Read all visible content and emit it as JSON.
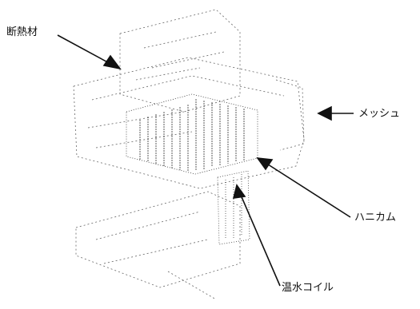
{
  "labels": {
    "insulation": "断熱材",
    "mesh": "メッシュ",
    "honeycomb": "ハニカム",
    "hot_water_coil": "温水コイル"
  },
  "colors": {
    "ink": "#111111",
    "sketch": "#555555",
    "background": "#ffffff"
  }
}
